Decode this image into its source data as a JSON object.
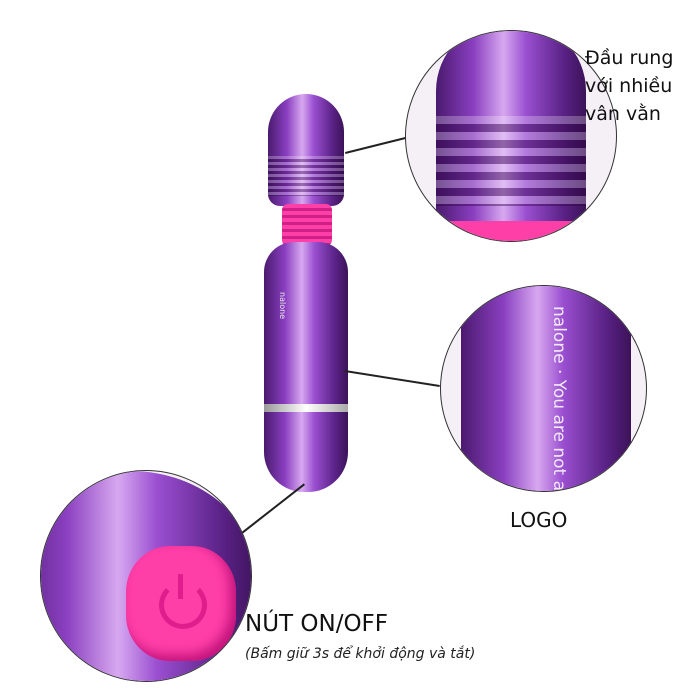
{
  "callouts": {
    "head": {
      "lines": [
        "Đầu rung",
        "với nhiều",
        "vân vằn"
      ]
    },
    "logo": {
      "label": "LOGO",
      "brand_text": "nalone · You are not alone"
    },
    "button": {
      "title": "NÚT ON/OFF",
      "note": "(Bấm giữ 3s để khởi động và tắt)"
    }
  },
  "colors": {
    "body": "#8a3fc0",
    "accent_pink": "#ff3fa8"
  },
  "icons": [
    "power-icon"
  ]
}
